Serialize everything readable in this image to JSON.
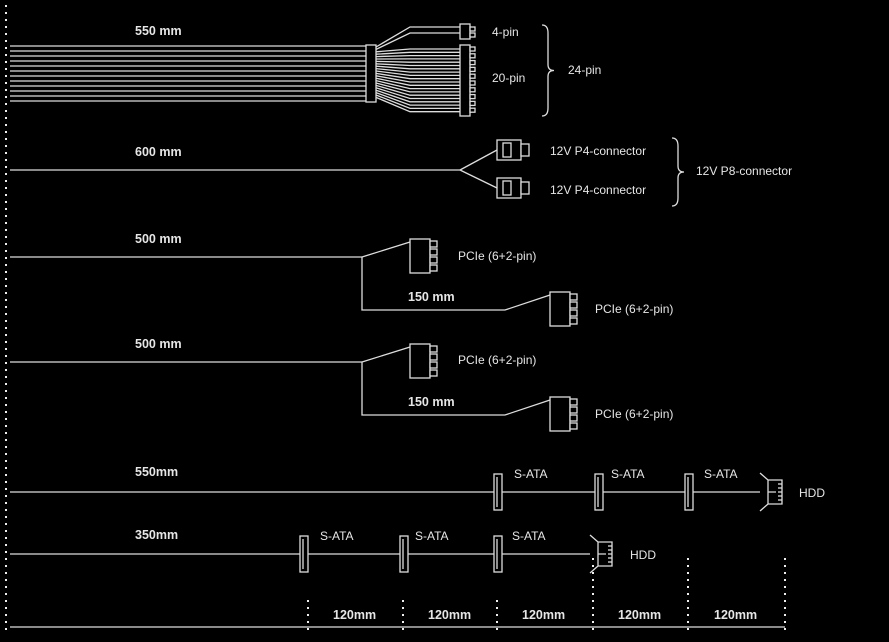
{
  "colors": {
    "background": "#000000",
    "line": "#dddddd",
    "text": "#e6e6e6"
  },
  "cables": [
    {
      "length": "550 mm",
      "labels": {
        "a": "4-pin",
        "b": "20-pin",
        "group": "24-pin"
      }
    },
    {
      "length": "600 mm",
      "labels": {
        "a": "12V P4-connector",
        "b": "12V P4-connector",
        "group": "12V P8-connector"
      }
    },
    {
      "length": "500 mm",
      "labels": {
        "a": "PCIe (6+2-pin)",
        "b": "PCIe (6+2-pin)",
        "ext": "150 mm"
      }
    },
    {
      "length": "500 mm",
      "labels": {
        "a": "PCIe (6+2-pin)",
        "b": "PCIe (6+2-pin)",
        "ext": "150 mm"
      }
    },
    {
      "length": "550mm",
      "labels": {
        "s1": "S-ATA",
        "s2": "S-ATA",
        "s3": "S-ATA",
        "end": "HDD"
      }
    },
    {
      "length": "350mm",
      "labels": {
        "s1": "S-ATA",
        "s2": "S-ATA",
        "s3": "S-ATA",
        "end": "HDD"
      }
    }
  ],
  "scale": [
    "120mm",
    "120mm",
    "120mm",
    "120mm",
    "120mm"
  ]
}
